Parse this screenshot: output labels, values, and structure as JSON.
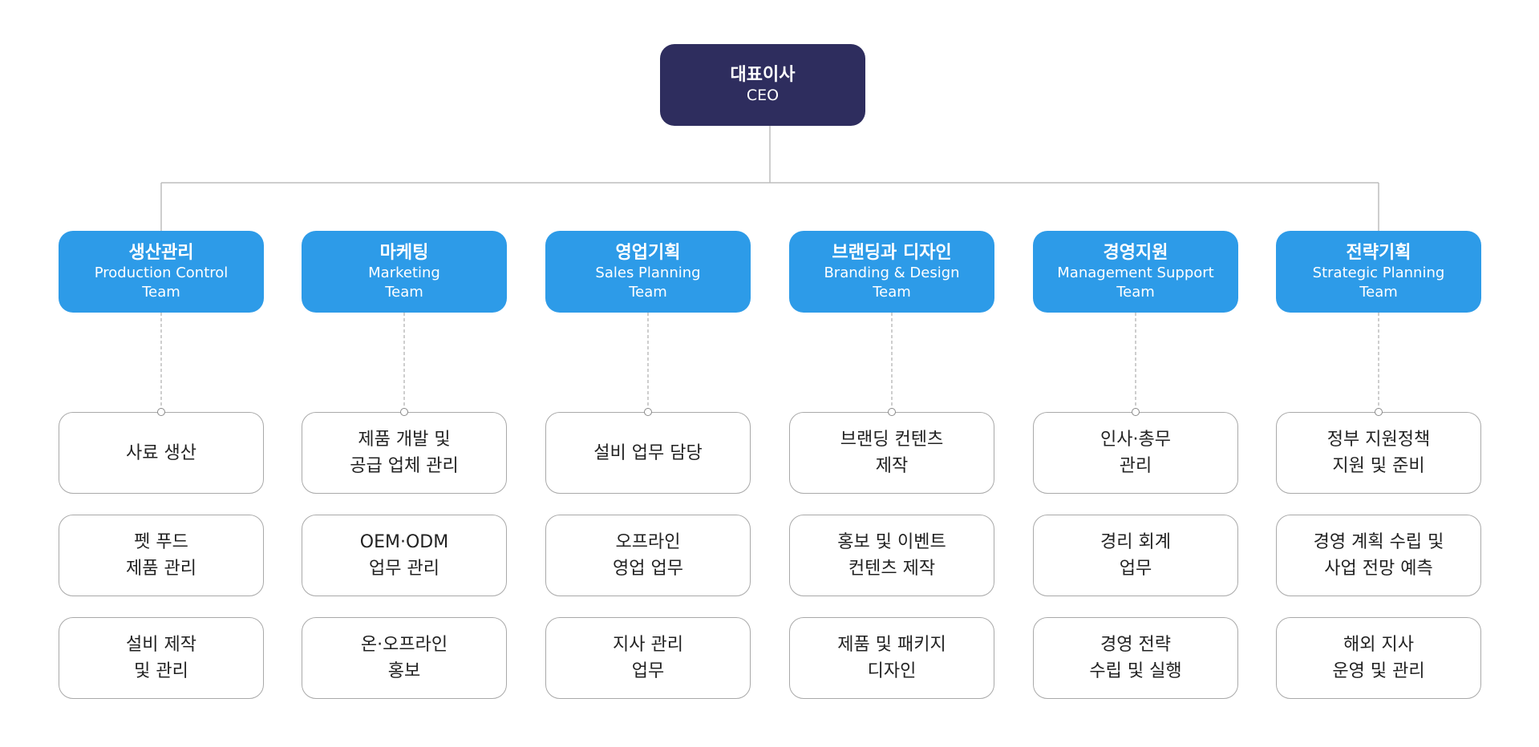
{
  "ceo": {
    "title": "대표이사",
    "subtitle": "CEO"
  },
  "teams": [
    {
      "name_ko": "생산관리",
      "name_en_1": "Production Control",
      "name_en_2": "Team",
      "tasks": [
        [
          "사료 생산"
        ],
        [
          "펫 푸드",
          "제품 관리"
        ],
        [
          "설비 제작",
          "및 관리"
        ]
      ]
    },
    {
      "name_ko": "마케팅",
      "name_en_1": "Marketing",
      "name_en_2": "Team",
      "tasks": [
        [
          "제품 개발 및",
          "공급 업체 관리"
        ],
        [
          "OEM·ODM",
          "업무 관리"
        ],
        [
          "온·오프라인",
          "홍보"
        ]
      ]
    },
    {
      "name_ko": "영업기획",
      "name_en_1": "Sales Planning",
      "name_en_2": "Team",
      "tasks": [
        [
          "설비 업무 담당"
        ],
        [
          "오프라인",
          "영업 업무"
        ],
        [
          "지사 관리",
          "업무"
        ]
      ]
    },
    {
      "name_ko": "브랜딩과 디자인",
      "name_en_1": "Branding & Design",
      "name_en_2": "Team",
      "tasks": [
        [
          "브랜딩 컨텐츠",
          "제작"
        ],
        [
          "홍보 및 이벤트",
          "컨텐츠 제작"
        ],
        [
          "제품 및 패키지",
          "디자인"
        ]
      ]
    },
    {
      "name_ko": "경영지원",
      "name_en_1": "Management Support",
      "name_en_2": "Team",
      "tasks": [
        [
          "인사·총무",
          "관리"
        ],
        [
          "경리 회계",
          "업무"
        ],
        [
          "경영 전략",
          "수립 및 실행"
        ]
      ]
    },
    {
      "name_ko": "전략기획",
      "name_en_1": "Strategic Planning",
      "name_en_2": "Team",
      "tasks": [
        [
          "정부 지원정책",
          "지원 및 준비"
        ],
        [
          "경영 계획 수립 및",
          "사업 전망 예측"
        ],
        [
          "해외 지사",
          "운영 및 관리"
        ]
      ]
    }
  ],
  "colors": {
    "ceo_fill": "#2e2d5e",
    "team_fill": "#2d9be8",
    "task_border": "#a9a9a9",
    "connector": "#bdbdbd"
  }
}
